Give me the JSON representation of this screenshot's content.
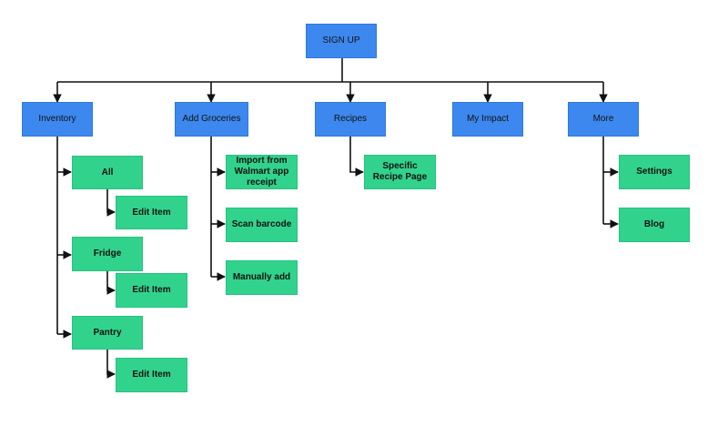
{
  "colors": {
    "primary_box": "#3d88ee",
    "secondary_box": "#31d38c",
    "connector": "#111111",
    "background": "#ffffff"
  },
  "root": {
    "label": "SIGN UP"
  },
  "sections": {
    "inventory": {
      "label": "Inventory",
      "children": {
        "all": {
          "label": "All",
          "child": {
            "label": "Edit Item"
          }
        },
        "fridge": {
          "label": "Fridge",
          "child": {
            "label": "Edit Item"
          }
        },
        "pantry": {
          "label": "Pantry",
          "child": {
            "label": "Edit Item"
          }
        }
      }
    },
    "add_groceries": {
      "label": "Add Groceries",
      "children": {
        "import": {
          "label": "Import from Walmart app receipt"
        },
        "scan": {
          "label": "Scan barcode"
        },
        "manual": {
          "label": "Manually add"
        }
      }
    },
    "recipes": {
      "label": "Recipes",
      "children": {
        "specific": {
          "label": "Specific Recipe Page"
        }
      }
    },
    "my_impact": {
      "label": "My Impact"
    },
    "more": {
      "label": "More",
      "children": {
        "settings": {
          "label": "Settings"
        },
        "blog": {
          "label": "Blog"
        }
      }
    }
  }
}
